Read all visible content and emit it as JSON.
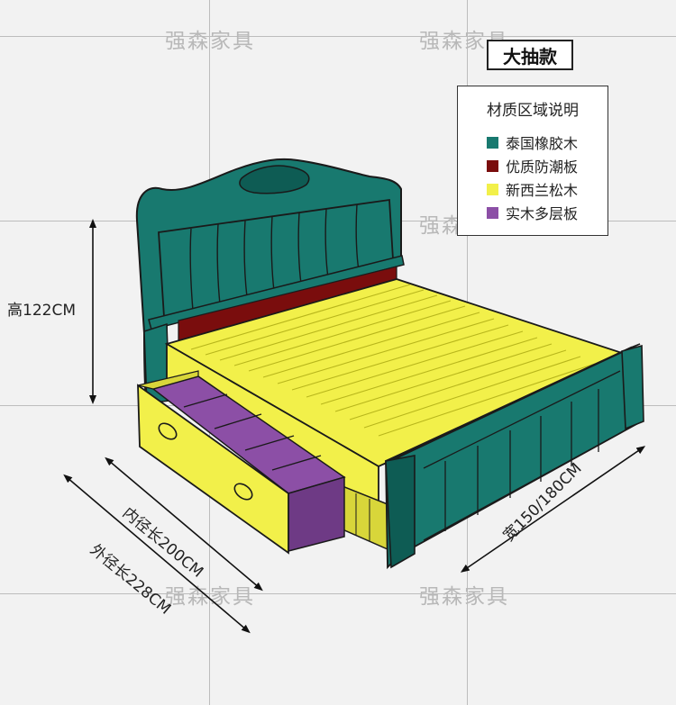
{
  "title_badge": "大抽款",
  "watermark": "强森家具",
  "legend": {
    "title": "材质区域说明",
    "items": [
      {
        "label": "泰国橡胶木",
        "color": "#18796f"
      },
      {
        "label": "优质防潮板",
        "color": "#7a0d0d"
      },
      {
        "label": "新西兰松木",
        "color": "#f2f04a"
      },
      {
        "label": "实木多层板",
        "color": "#8c4fa6"
      }
    ]
  },
  "dimensions": {
    "height": "高122CM",
    "width": "宽150/180CM",
    "inner_length": "内径长200CM",
    "outer_length": "外径长228CM"
  },
  "colors": {
    "rubberwood": "#18796f",
    "rubberwood_dark": "#0e5c54",
    "moisture_board": "#7a0d0d",
    "pine": "#f2f04a",
    "pine_shade": "#d8d63a",
    "multilayer": "#8c4fa6",
    "multilayer_dark": "#6e3a85",
    "outline": "#1a1a1a"
  }
}
